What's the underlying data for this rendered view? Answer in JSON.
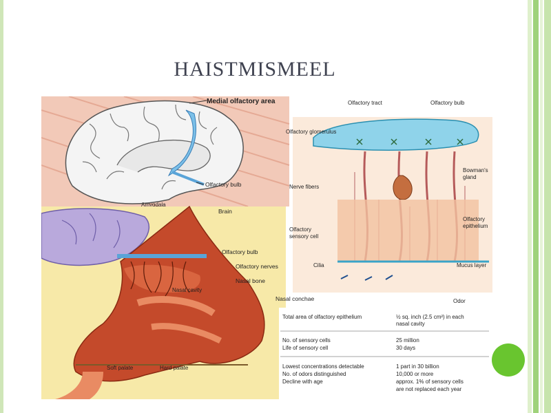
{
  "slide": {
    "title": "HAISTMISMEEL"
  },
  "brain": {
    "labels": {
      "medial": "Medial olfactory area",
      "bulb": "Olfactory bulb",
      "amygdala": "Amygdala"
    }
  },
  "nose": {
    "labels": {
      "brain": "Brain",
      "bulb": "Olfactory bulb",
      "nerves": "Olfactory nerves",
      "nasal_bone": "Nasal bone",
      "cavity": "Nasal cavity",
      "conchae": "Nasal conchae",
      "soft_palate": "Soft palate",
      "hard_palate": "Hard palate"
    }
  },
  "epithelium": {
    "labels": {
      "tract": "Olfactory tract",
      "bulb": "Olfactory bulb",
      "glomerulus": "Olfactory glomerulus",
      "bowman_1": "Bowman's",
      "bowman_2": "gland",
      "nerve_fibers": "Nerve fibers",
      "epi_1": "Olfactory",
      "epi_2": "epithelium",
      "sensory_1": "Olfactory",
      "sensory_2": "sensory cell",
      "cilia": "Cilia",
      "mucus": "Mucus layer",
      "odor": "Odor"
    }
  },
  "facts": {
    "rows": [
      {
        "label": "Total area of olfactory epithelium",
        "value": "½ sq. inch (2.5 cm²) in each",
        "value2": "nasal cavity"
      },
      {
        "label": "No. of sensory cells",
        "value": "25 million"
      },
      {
        "label": "Life of sensory cell",
        "value": "30 days"
      },
      {
        "label": "Lowest concentrations detectable",
        "value": "1 part in 30 billion"
      },
      {
        "label": "No. of odors distinguished",
        "value": "10,000 or more"
      },
      {
        "label": "Decline with age",
        "value": "approx. 1% of sensory cells",
        "value2": "are not replaced each year"
      }
    ]
  },
  "colors": {
    "accent_green": "#69c52f",
    "title": "#3f4250",
    "bulb_blue": "#8fd3ea",
    "tissue_red": "#c0392b"
  }
}
